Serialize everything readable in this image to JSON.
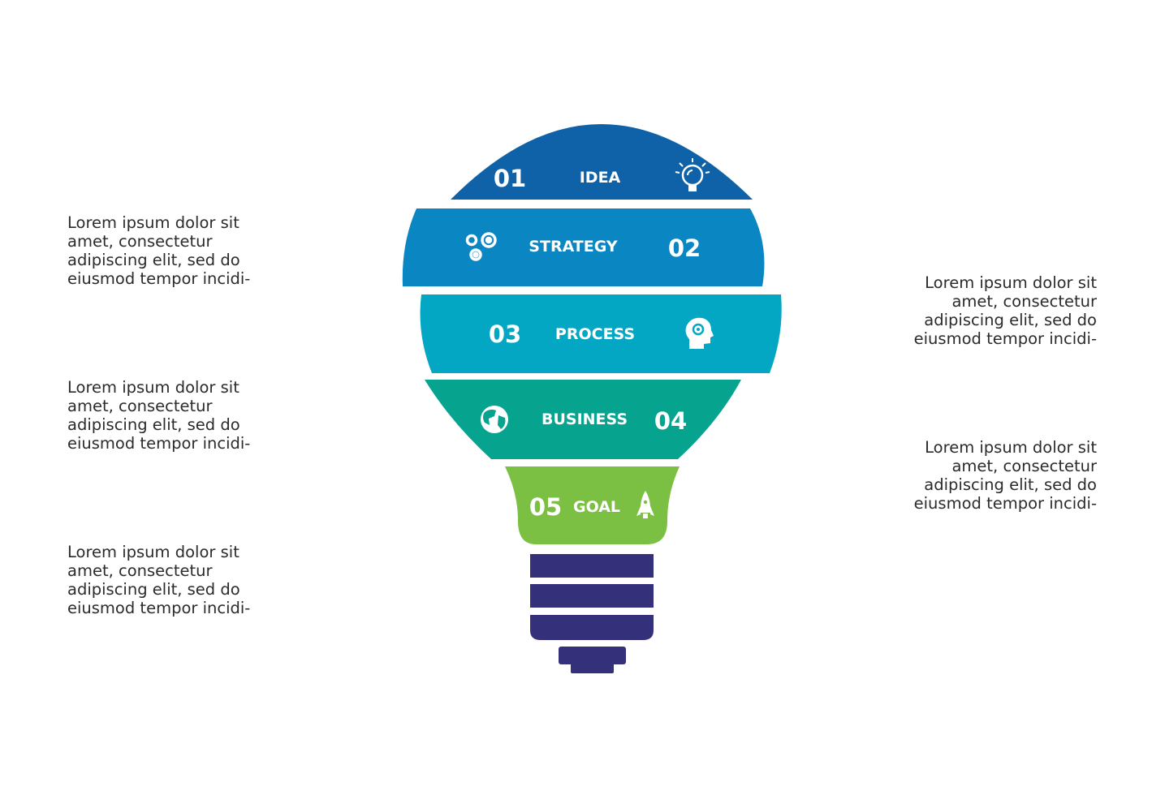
{
  "segments": [
    {
      "number": "01",
      "label": "IDEA",
      "icon": "lightbulb-icon",
      "color": "#0f62a8"
    },
    {
      "number": "02",
      "label": "STRATEGY",
      "icon": "gears-icon",
      "color": "#0a86c2"
    },
    {
      "number": "03",
      "label": "PROCESS",
      "icon": "head-gear-icon",
      "color": "#03a7c4"
    },
    {
      "number": "04",
      "label": "BUSINESS",
      "icon": "globe-icon",
      "color": "#06a38e"
    },
    {
      "number": "05",
      "label": "GOAL",
      "icon": "rocket-icon",
      "color": "#7cc043"
    }
  ],
  "base_color": "#35307a",
  "notes_left": [
    [
      "Lorem ipsum dolor sit",
      "amet, consectetur",
      "adipiscing elit, sed do",
      "eiusmod tempor incidi-"
    ],
    [
      "Lorem ipsum dolor sit",
      "amet, consectetur",
      "adipiscing elit, sed do",
      "eiusmod tempor incidi-"
    ],
    [
      "Lorem ipsum dolor sit",
      "amet, consectetur",
      "adipiscing elit, sed do",
      "eiusmod tempor incidi-"
    ]
  ],
  "notes_right": [
    [
      "Lorem ipsum dolor sit",
      "amet, consectetur",
      "adipiscing elit, sed do",
      "eiusmod tempor incidi-"
    ],
    [
      "Lorem ipsum dolor sit",
      "amet, consectetur",
      "adipiscing elit, sed do",
      "eiusmod tempor incidi-"
    ]
  ]
}
